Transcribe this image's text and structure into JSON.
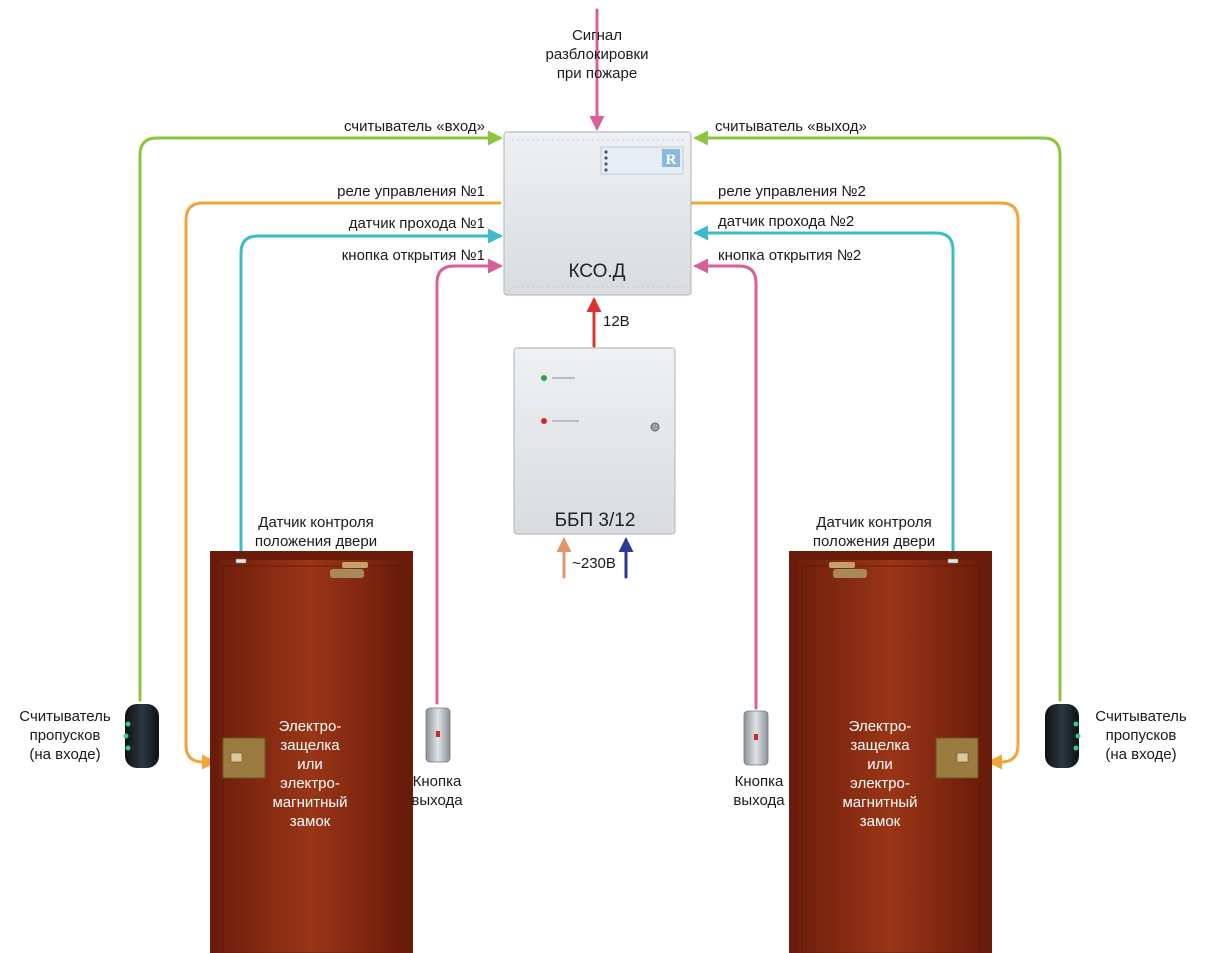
{
  "top_signal": {
    "lines": [
      "Сигнал",
      "разблокировки",
      "при пожаре"
    ]
  },
  "controller": {
    "label": "КСО.Д"
  },
  "power_supply": {
    "label": "ББП 3/12",
    "output_label": "12В",
    "input_label": "~230В"
  },
  "wires_left": {
    "reader": "считыватель «вход»",
    "relay": "реле управления №1",
    "sensor": "датчик прохода №1",
    "button": "кнопка открытия №1"
  },
  "wires_right": {
    "reader": "считыватель «выход»",
    "relay": "реле управления №2",
    "sensor": "датчик прохода №2",
    "button": "кнопка открытия №2"
  },
  "door_sensor_label": [
    "Датчик контроля",
    "положения двери"
  ],
  "lock_label": [
    "Электро-",
    "защелка",
    "или",
    "электро-",
    "магнитный",
    "замок"
  ],
  "reader_label": [
    "Считыватель",
    "пропусков",
    "(на входе)"
  ],
  "exit_button_label": [
    "Кнопка",
    "выхода"
  ],
  "colors": {
    "reader_wire": "#8cc63f",
    "relay_wire": "#f0a53a",
    "sensor_wire": "#3bbcc8",
    "button_wire": "#d8609a",
    "power_12v": "#e03131",
    "ac_phase": "#e0956a",
    "ac_neutral": "#2b3a8f",
    "door": "#8b2d14"
  }
}
